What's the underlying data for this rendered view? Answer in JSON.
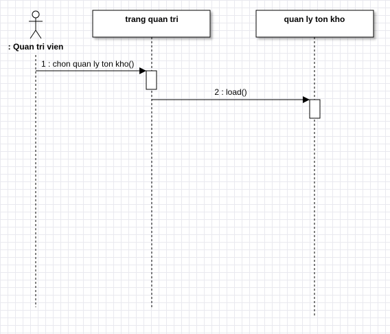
{
  "diagram": {
    "actor": {
      "label": ": Quan tri vien"
    },
    "lifelines": [
      {
        "label": "trang quan tri"
      },
      {
        "label": "quan ly ton kho"
      }
    ],
    "messages": [
      {
        "label": "1 : chon quan ly ton kho()"
      },
      {
        "label": "2 : load()"
      }
    ]
  }
}
